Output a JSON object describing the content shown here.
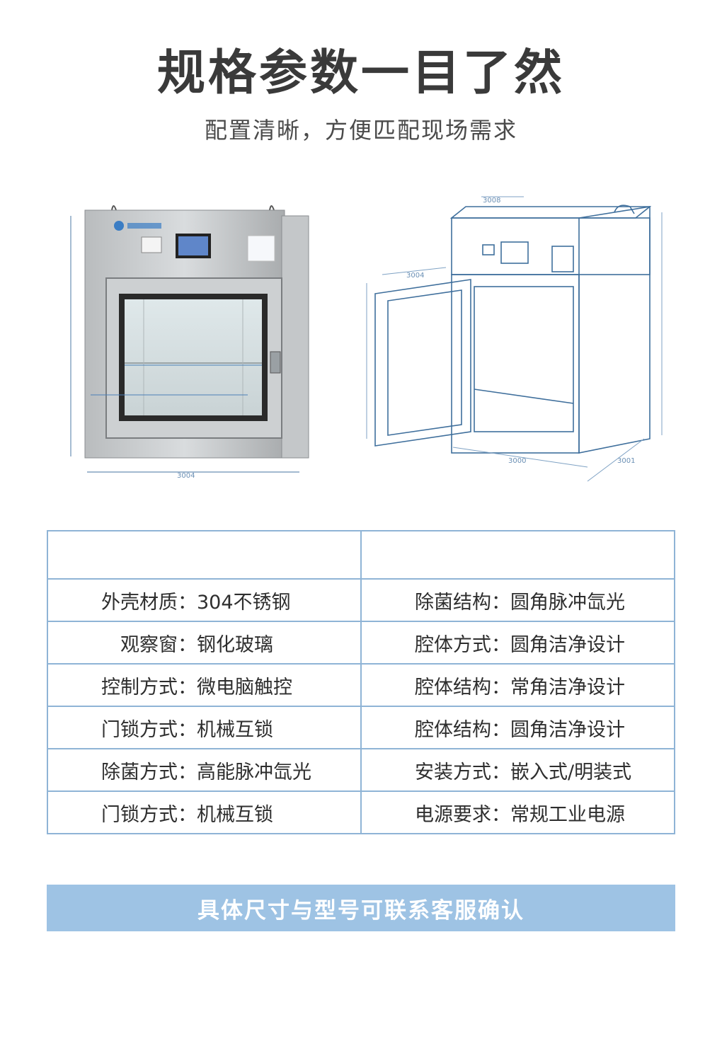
{
  "header": {
    "title": "规格参数一目了然",
    "subtitle": "配置清晰，方便匹配现场需求"
  },
  "photo": {
    "width_dim": "3004"
  },
  "drawing": {
    "top_dim": "3008",
    "door_dim": "3004",
    "bottom_dim": "3000",
    "depth_dim": "3001"
  },
  "specs": {
    "header": [
      "",
      ""
    ],
    "rows": [
      {
        "left_label": "外壳材质：",
        "left_value": "304不锈钢",
        "right_label": "除菌结构：",
        "right_value": "圆角脉冲氙光"
      },
      {
        "left_label": "观察窗：",
        "left_value": "钢化玻璃",
        "right_label": "腔体方式：",
        "right_value": "圆角洁净设计"
      },
      {
        "left_label": "控制方式：",
        "left_value": "微电脑触控",
        "right_label": "腔体结构：",
        "right_value": "常角洁净设计"
      },
      {
        "left_label": "门锁方式：",
        "left_value": "机械互锁",
        "right_label": "腔体结构：",
        "right_value": "圆角洁净设计"
      },
      {
        "left_label": "除菌方式：",
        "left_value": "高能脉冲氙光",
        "right_label": "安装方式：",
        "right_value": "嵌入式/明装式"
      },
      {
        "left_label": "门锁方式：",
        "left_value": "机械互锁",
        "right_label": "电源要求：",
        "right_value": "常规工业电源"
      }
    ]
  },
  "footer": {
    "text": "具体尺寸与型号可联系客服确认"
  },
  "colors": {
    "accent": "#9ec3e4",
    "table_border": "#8fb4d6",
    "dimension_line": "#6a8fb4"
  }
}
